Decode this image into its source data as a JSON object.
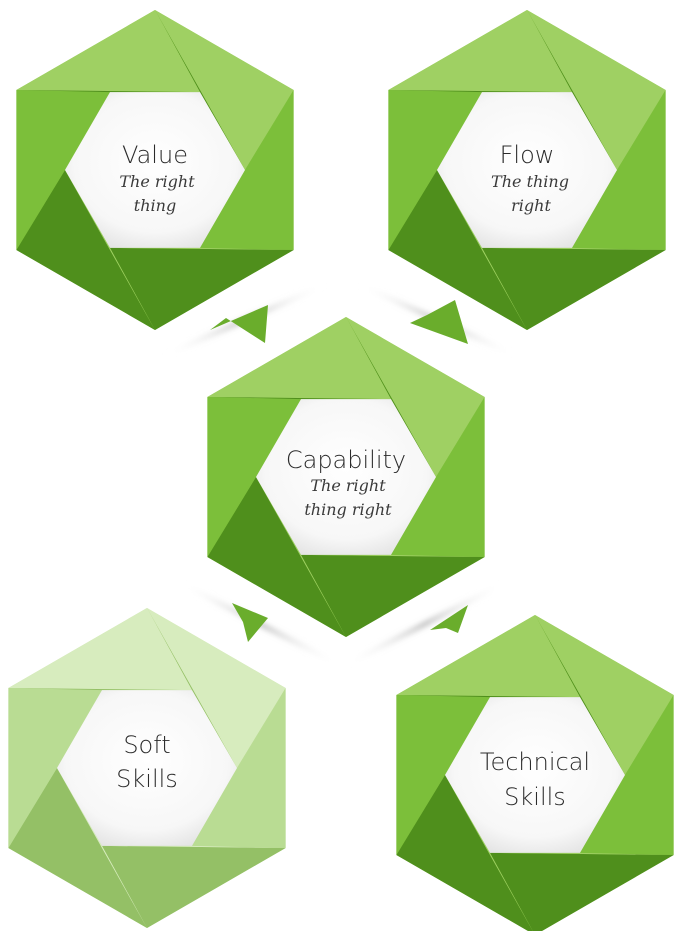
{
  "diagram": {
    "value": {
      "title": "Value",
      "subtitle_line1": "The right",
      "subtitle_line2": "thing"
    },
    "flow": {
      "title": "Flow",
      "subtitle_line1": "The thing",
      "subtitle_line2": "right"
    },
    "capability": {
      "title": "Capability",
      "subtitle_line1": "The right",
      "subtitle_line2": "thing right"
    },
    "soft_skills": {
      "title_line1": "Soft",
      "title_line2": "Skills"
    },
    "technical_skills": {
      "title_line1": "Technical",
      "title_line2": "Skills"
    }
  },
  "colors": {
    "green_light": "#9fd063",
    "green_mid": "#7cbf3a",
    "green_dark": "#4f8f1c",
    "soft_light": "#d7ecbe",
    "soft_mid": "#b9dc93",
    "soft_dark": "#94c066",
    "hex_center": "#ffffff"
  }
}
